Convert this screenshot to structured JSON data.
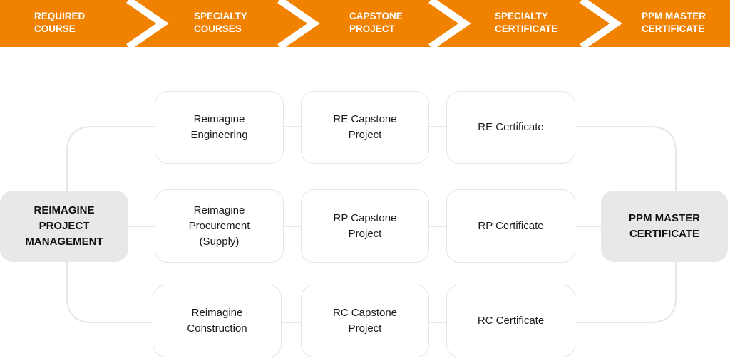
{
  "colors": {
    "banner": "#F08200",
    "banner_text": "#FFFFFF",
    "connector": "#E6E6E6",
    "endpoint_fill": "#E8E8E8"
  },
  "steps": [
    {
      "line1": "REQUIRED",
      "line2": "COURSE"
    },
    {
      "line1": "SPECIALTY",
      "line2": "COURSES"
    },
    {
      "line1": "CAPSTONE",
      "line2": "PROJECT"
    },
    {
      "line1": "SPECIALTY",
      "line2": "CERTIFICATE"
    },
    {
      "line1": "PPM MASTER",
      "line2": "CERTIFICATE"
    }
  ],
  "start": {
    "label": "REIMAGINE\nPROJECT\nMANAGEMENT"
  },
  "end": {
    "label": "PPM MASTER\nCERTIFICATE"
  },
  "tracks": [
    {
      "course": "Reimagine\nEngineering",
      "capstone": "RE Capstone\nProject",
      "certificate": "RE Certificate"
    },
    {
      "course": "Reimagine\nProcurement\n(Supply)",
      "capstone": "RP Capstone\nProject",
      "certificate": "RP Certificate"
    },
    {
      "course": "Reimagine\nConstruction",
      "capstone": "RC Capstone\nProject",
      "certificate": "RC Certificate"
    }
  ]
}
